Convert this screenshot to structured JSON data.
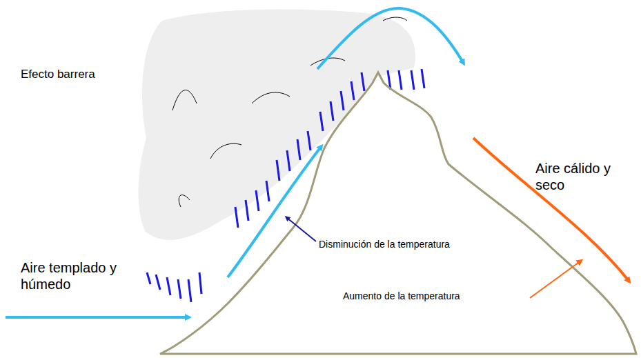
{
  "diagram": {
    "labels": [
      "Efecto barrera",
      "Aire templado y húmedo",
      "Disminución de la temperatura",
      "Aumento de la temperatura",
      "Aire cálido y seco"
    ]
  }
}
